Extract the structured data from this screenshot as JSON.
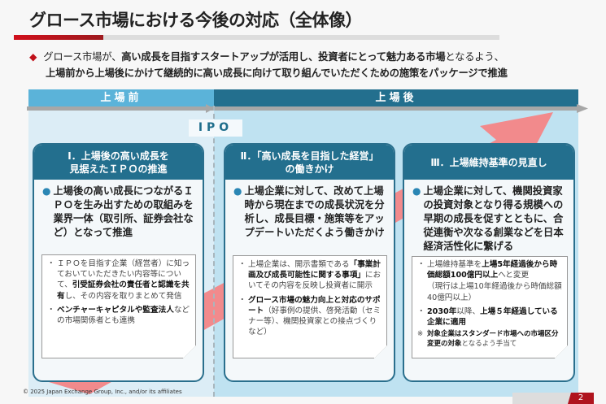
{
  "title": "グロース市場における今後の対応（全体像）",
  "lead": {
    "line1_a": "グロース市場が、",
    "line1_b": "高い成長を目指すスタートアップが活用し、投資者にとって魅力ある市場",
    "line1_c": "となるよう、",
    "line2": "上場前から上場後にかけて継続的に高い成長に向けて取り組んでいただくための施策をパッケージで推進"
  },
  "phases": {
    "pre": "上場前",
    "post": "上場後",
    "ipo": "IPO"
  },
  "cards": [
    {
      "heading": "Ⅰ．上場後の高い成長を\n見据えたＩＰＯの推進",
      "main": "上場後の高い成長につながるＩＰＯを生み出すための取組みを業界一体（取引所、証券会社など）となって推進",
      "notes": [
        {
          "a": "ＩＰＯを目指す企業（経営者）に知っておいていただきたい内容等について、",
          "b": "引受証券会社の責任者と認識を共有",
          "c": "し、その内容を取りまとめて発信"
        },
        {
          "a": "",
          "b": "ベンチャーキャピタルや監査法人",
          "c": "などの市場関係者とも連携"
        }
      ]
    },
    {
      "heading": "Ⅱ．「高い成長を目指した経営」\nの働きかけ",
      "main": "上場企業に対して、改めて上場時から現在までの成長状況を分析し、成長目標・施策等をアップデートいただくよう働きかけ",
      "notes": [
        {
          "a": "上場企業は、開示書類である",
          "b": "「事業計画及び成長可能性に関する事項」",
          "c": "においてその内容を反映し投資者に開示"
        },
        {
          "a": "",
          "b": "グロース市場の魅力向上と対応のサポート",
          "c": "（好事例の提供、啓発活動（セミナー等）、機関投資家との接点づくりなど）"
        }
      ]
    },
    {
      "heading": "Ⅲ．上場維持基準の見直し",
      "main": "上場企業に対して、機関投資家の投資対象となり得る規模への早期の成長を促すとともに、合従連衡や次なる創業などを日本経済活性化に繋げる",
      "notes": [
        {
          "a": "上場維持基準を",
          "b": "上場5年経過後から時価総額100億円以上",
          "c": "へと変更"
        },
        {
          "a": "（現行は上場10年経過後から時価総額40億円以上）",
          "b": "",
          "c": ""
        },
        {
          "a": "",
          "b": "2030年",
          "c": "以降、"
        },
        {
          "a": "",
          "b": "上場５年経過している企業に適用",
          "c": ""
        }
      ],
      "remark_mark": "※",
      "remark_b": "対象企業はスタンダード市場への市場区分変更の対象",
      "remark_c": "となるよう手当て"
    }
  ],
  "footer": "© 2025 Japan Exchange Group, Inc., and/or its affiliates",
  "page_number": "2",
  "colors": {
    "accent_red": "#c0101a",
    "teal": "#236f8e",
    "light_blue": "#5bb3d9"
  }
}
